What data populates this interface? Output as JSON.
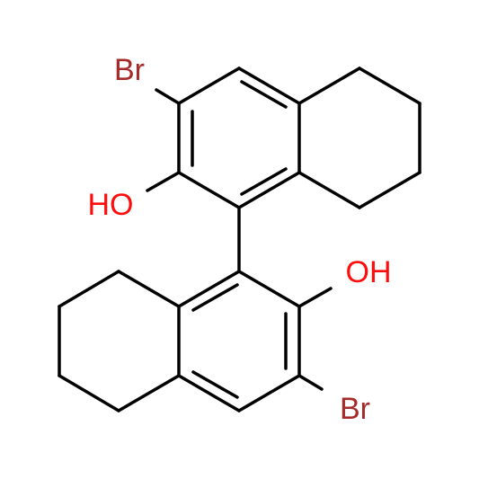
{
  "atoms": {
    "br_top": {
      "text": "Br",
      "color": "#a52a2a"
    },
    "oh_top": {
      "text": "HO",
      "color": "#ff0d0d"
    },
    "oh_bottom": {
      "text": "OH",
      "color": "#ff0d0d"
    },
    "br_bottom": {
      "text": "Br",
      "color": "#a52a2a"
    }
  },
  "bond_color": "#000000"
}
